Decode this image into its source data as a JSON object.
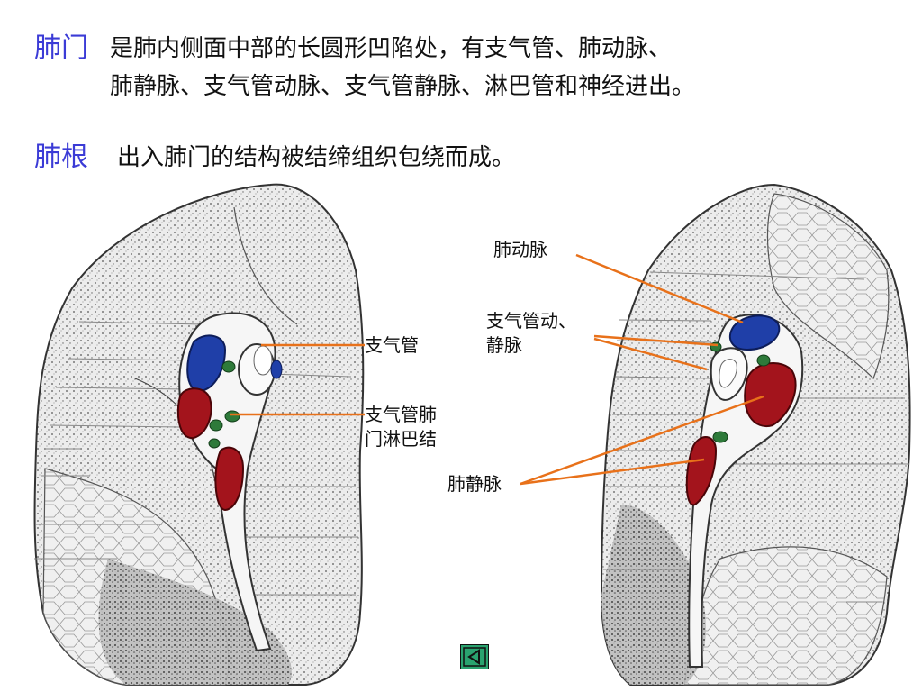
{
  "definitions": [
    {
      "term": "肺门",
      "lines": [
        "是肺内侧面中部的长圆形凹陷处，有支气管、肺动脉、",
        "肺静脉、支气管动脉、支气管静脉、淋巴管和神经进出。"
      ]
    },
    {
      "term": "肺根",
      "lines": [
        "出入肺门的结构被结缔组织包绕而成。"
      ]
    }
  ],
  "figure": {
    "labels": {
      "bronchus": "支气管",
      "hilar_lymph_nodes_1": "支气管肺",
      "hilar_lymph_nodes_2": "门淋巴结",
      "pulmonary_artery": "肺动脉",
      "bronchial_vessels_1": "支气管动、",
      "bronchial_vessels_2": "静脉",
      "pulmonary_vein": "肺静脉"
    },
    "leader_color": "#e8711a",
    "colors": {
      "artery": "#1f3fa8",
      "vein": "#a3141c",
      "lymph": "#2e7a3a",
      "lung_fill": "#e4e4e4",
      "lung_outline": "#333333"
    }
  },
  "navigation": {
    "back_icon": "triangle-left-icon",
    "button_color": "#2aa36f"
  }
}
